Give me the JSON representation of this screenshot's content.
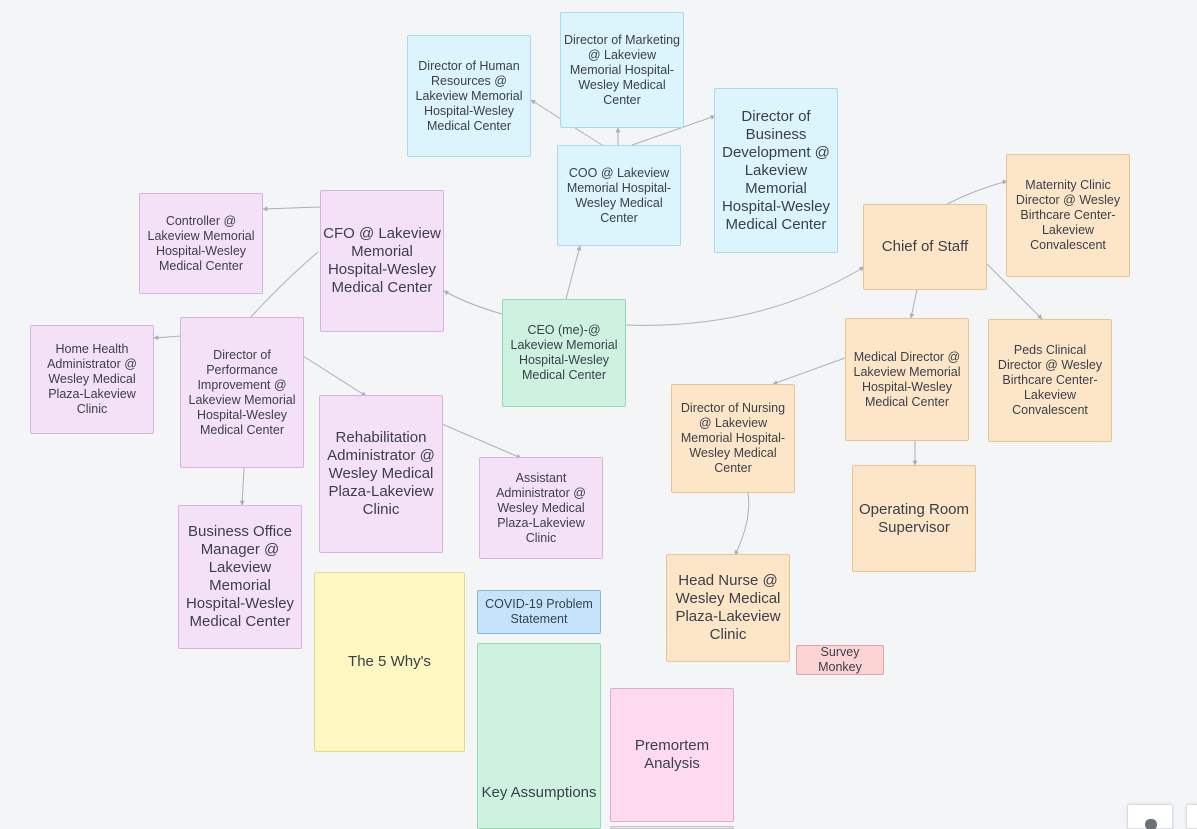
{
  "nodes": {
    "hr": "Director of Human Resources @ Lakeview Memorial Hospital-Wesley Medical Center",
    "marketing": "Director of Marketing @ Lakeview Memorial Hospital-Wesley Medical Center",
    "bizdev": "Director of Business Development @ Lakeview Memorial Hospital-Wesley Medical Center",
    "coo": "COO @ Lakeview Memorial Hospital-Wesley Medical Center",
    "cfo": "CFO @ Lakeview Memorial Hospital-Wesley Medical Center",
    "controller": "Controller @ Lakeview Memorial Hospital-Wesley Medical Center",
    "ceo": "CEO (me)-@ Lakeview Memorial Hospital-Wesley Medical Center",
    "home_health": "Home Health Administrator @ Wesley Medical Plaza-Lakeview Clinic",
    "perf_improvement": "Director of Performance Improvement @ Lakeview Memorial Hospital-Wesley Medical Center",
    "rehab": "Rehabilitation Administrator @ Wesley Medical Plaza-Lakeview Clinic",
    "asst_admin": "Assistant Administrator @ Wesley Medical Plaza-Lakeview Clinic",
    "biz_office": "Business Office Manager @ Lakeview Memorial Hospital-Wesley Medical Center",
    "chief_staff": "Chief of Staff",
    "maternity": "Maternity Clinic Director @ Wesley Birthcare Center-Lakeview Convalescent",
    "med_director": "Medical Director @ Lakeview Memorial Hospital-Wesley Medical Center",
    "peds": "Peds Clinical Director @ Wesley Birthcare Center-Lakeview Convalescent",
    "nursing": "Director of Nursing @ Lakeview Memorial Hospital-Wesley Medical Center",
    "or_supervisor": "Operating Room Supervisor",
    "head_nurse": "Head Nurse @ Wesley Medical Plaza-Lakeview Clinic",
    "survey": "Survey Monkey",
    "five_whys": "The 5 Why's",
    "covid": "COVID-19 Problem Statement",
    "key_assumptions": "Key Assumptions",
    "premortem": "Premortem Analysis",
    "bottom_stub": ""
  },
  "colors": {
    "edge": "#aab0ba",
    "background": "#f4f5f7"
  },
  "icons": [
    "zoom-control-icon"
  ]
}
